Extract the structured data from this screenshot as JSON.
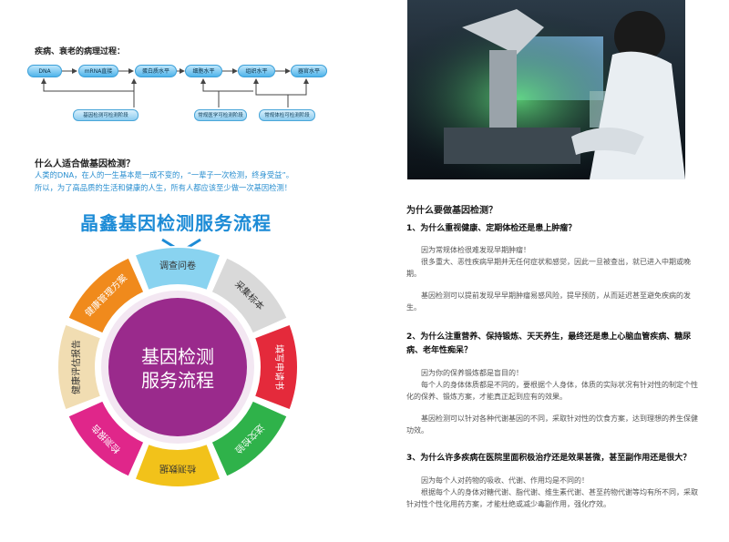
{
  "left": {
    "path_title": "疾病、衰老的病理过程：",
    "flow_nodes": [
      "DNA",
      "mRNA直接",
      "蛋白质水平",
      "细胞水平",
      "组织水平",
      "器官水平"
    ],
    "tools": [
      "基因检测可检测阶段",
      "常规医学可检测阶段",
      "常规体检可检测阶段"
    ],
    "who_title": "什么人适合做基因检测？",
    "who_line1": "人类的DNA，在人的一生基本是一成不变的，“一辈子一次检测，终身受益”。",
    "who_line2": "所以，为了高品质的生活和健康的人生，所有人都应该至少做一次基因检测！",
    "service_title": "晶鑫基因检测服务流程",
    "wheel_center": [
      "基因检测",
      "服务流程"
    ],
    "wheel_segments": [
      {
        "label": "调查问卷",
        "color": "#89d3f0"
      },
      {
        "label": "采集标本",
        "color": "#d9d9d9"
      },
      {
        "label": "填写申请书",
        "color": "#e42a3b"
      },
      {
        "label": "送交检验",
        "color": "#2fb24a"
      },
      {
        "label": "检测数据",
        "color": "#f2c21a"
      },
      {
        "label": "检测报告",
        "color": "#e0268a"
      },
      {
        "label": "健康评估报告",
        "color": "#f1ddb2"
      },
      {
        "label": "健康管理方案",
        "color": "#f08a1c"
      }
    ],
    "center_color": "#9a2a8c"
  },
  "right": {
    "why_title": "为什么要做基因检测？",
    "q1": "1、为什么重视健康、定期体检还是患上肿瘤？",
    "q1_p1": "因为常规体检很难发现早期肿瘤！",
    "q1_p2": "很多重大、恶性疾病早期并无任何症状和感觉，因此一旦被查出，就已进入中期或晚期。",
    "q1_p3": "基因检测可以提前发现早早期肿瘤易感风险，提早预防，从而延迟甚至避免疾病的发生。",
    "q2": "2、为什么注重营养、保持锻炼、天天养生，最终还是患上心脑血管疾病、糖尿病、老年性痴呆？",
    "q2_p1": "因为你的保养锻炼都是盲目的！",
    "q2_p2": "每个人的身体体质都是不同的，要根据个人身体，体质的实际状况有针对性的制定个性化的保养、锻炼方案，才能真正起到应有的效果。",
    "q2_p3": "基因检测可以针对各种代谢基因的不同，采取针对性的饮食方案，达到理想的养生保健功效。",
    "q3": "3、为什么许多疾病在医院里面积极治疗还是效果甚微，甚至副作用还是很大？",
    "q3_p1": "因为每个人对药物的吸收、代谢、作用均是不同的！",
    "q3_p2": "根据每个人的身体对糖代谢、脂代谢、维生素代谢、甚至药物代谢等均有所不同，采取针对性个性化用药方案，才能杜绝或减少毒副作用，强化疗效。"
  }
}
